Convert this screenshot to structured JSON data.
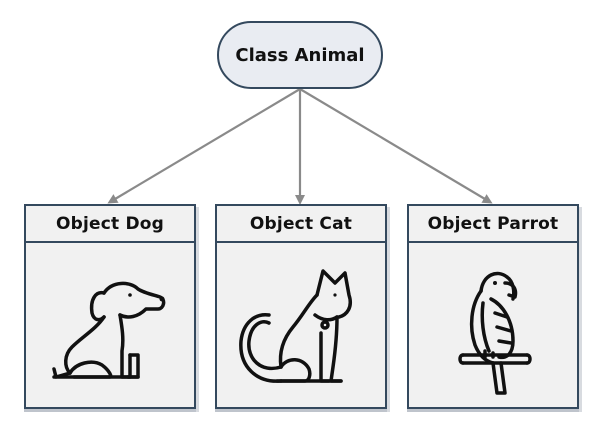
{
  "class_node": {
    "label": "Class Animal"
  },
  "objects": [
    {
      "label": "Object Dog",
      "icon": "dog-icon"
    },
    {
      "label": "Object Cat",
      "icon": "cat-icon"
    },
    {
      "label": "Object Parrot",
      "icon": "parrot-icon"
    }
  ],
  "colors": {
    "border": "#34495e",
    "arrow": "#8a8a8a",
    "node_fill": "#e9ecf2",
    "box_fill": "#f1f1f1"
  }
}
